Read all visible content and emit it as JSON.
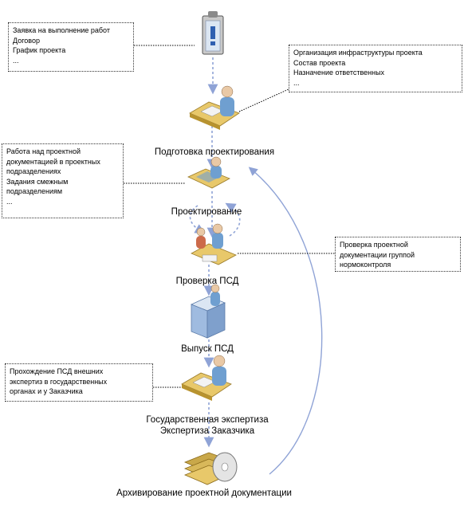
{
  "notes": {
    "contract": [
      "Заявка на выполнение работ",
      "Договор",
      "График проекта",
      "..."
    ],
    "organization": [
      "Организация инфраструктуры проекта",
      "Состав проекта",
      "Назначение ответственных",
      "..."
    ],
    "design_work": [
      "Работа над проектной",
      "документацией в проектных",
      "подразделениях",
      "Задания смежным",
      "подразделениям",
      "..."
    ],
    "norm_control": [
      "Проверка проектной",
      "документации группой",
      "нормоконтроля"
    ],
    "expertise": [
      "Прохождение ПСД внешних",
      "экспертиз в государственных",
      "органах и у Заказчика"
    ]
  },
  "stages": {
    "preparation": "Подготовка проектирования",
    "design": "Проектирование",
    "check": "Проверка ПСД",
    "release": "Выпуск ПСД",
    "expertise_1": "Государственная экспертиза",
    "expertise_2": "Экспертиза Заказчика",
    "archive": "Архивирование проектной документации"
  },
  "icons": {
    "start": "clipboard-alert-icon",
    "preparation": "person-at-desk-icon",
    "design": "person-drafting-icon",
    "check": "people-meeting-icon",
    "release": "plotter-icon",
    "expertise": "person-at-desk-icon",
    "archive": "archive-cd-icon"
  },
  "colors": {
    "flow": "#8fa3d6",
    "desk": "#e8c86a",
    "person": "#6f9fd0"
  }
}
